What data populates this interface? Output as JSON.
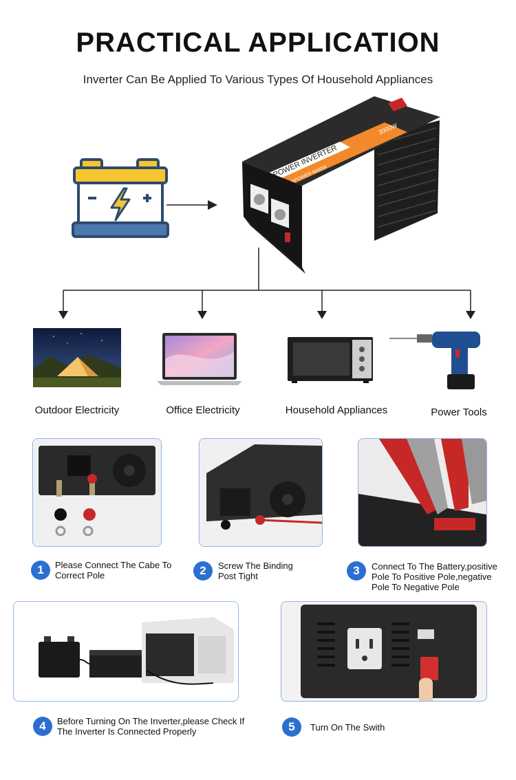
{
  "header": {
    "title": "PRACTICAL APPLICATION",
    "subtitle": "Inverter Can Be Applied To Various Types Of Household Appliances"
  },
  "inverter": {
    "brand_text": "POWER INVERTER",
    "model_text": "PEAKPOWER 6000W",
    "rating_text": "3000W"
  },
  "categories": [
    {
      "label": "Outdoor Electricity"
    },
    {
      "label": "Office Electricity"
    },
    {
      "label": "Household Appliances"
    },
    {
      "label": "Power Tools"
    }
  ],
  "steps": [
    {
      "number": "1",
      "text": "Please Connect The Cabe To Correct Pole"
    },
    {
      "number": "2",
      "text": "Screw The Binding Post Tight"
    },
    {
      "number": "3",
      "text": "Connect To The Battery,positive Pole To Positive Pole,negative Pole To Negative Pole"
    },
    {
      "number": "4",
      "text": "Before Turning On The Inverter,please Check If The Inverter Is Connected Properly"
    },
    {
      "number": "5",
      "text": "Turn On The Swith"
    }
  ],
  "colors": {
    "accent": "#2c6fd1",
    "frame_border": "#8fb4e6",
    "battery_yellow": "#f5c631",
    "battery_navy": "#2e4a6e",
    "inverter_orange": "#f2892b"
  },
  "icons": [
    "battery-icon",
    "arrow-right-icon",
    "arrow-down-icon"
  ]
}
